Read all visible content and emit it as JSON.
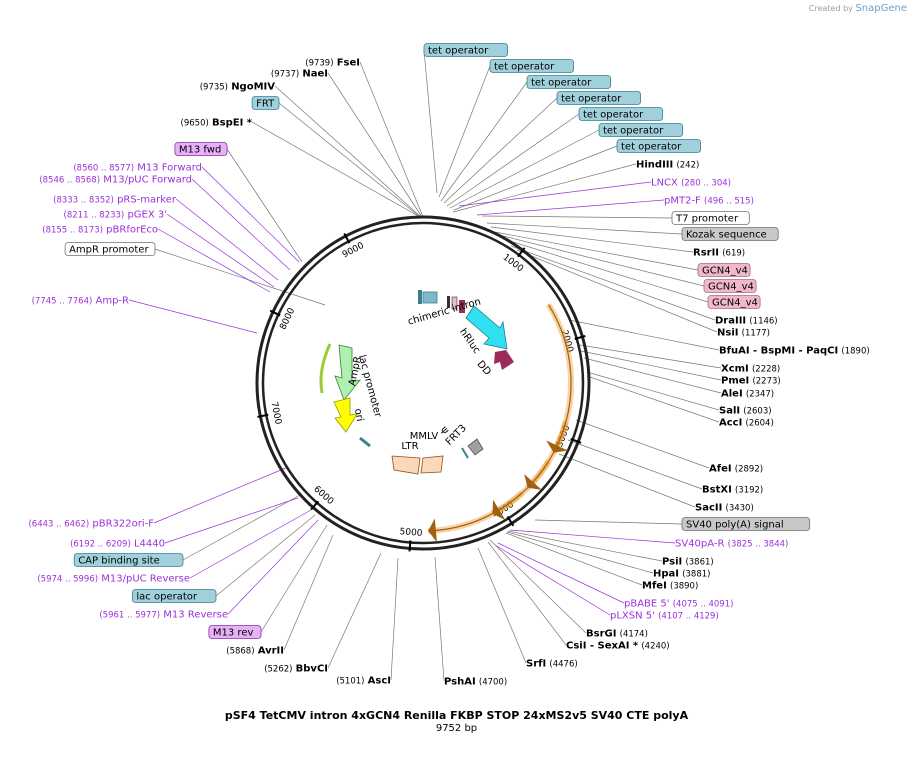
{
  "credit": {
    "prefix": "Created by",
    "brand": "SnapGene"
  },
  "plasmid": {
    "name": "pSF4 TetCMV intron 4xGCN4 Renilla FKBP STOP 24xMS2v5 SV40 CTE polyA",
    "length_label": "9752 bp",
    "length": 9752
  },
  "ticks": [
    "1000",
    "2000",
    "3000",
    "4000",
    "5000",
    "6000",
    "7000",
    "8000",
    "9000"
  ],
  "inner_labels": [
    "chimeric intron",
    "hRluc",
    "DD",
    "AmpR",
    "lac promoter",
    "ori",
    "MMLV",
    "ψ",
    "LTR",
    "FRT3"
  ],
  "colors": {
    "backbone": "#222222",
    "primer": "#9b30d9",
    "orange": "#f0a030",
    "cyan": "#30e0f0",
    "magenta": "#9b2d5e",
    "ampr": "#b0f0b0",
    "yellow": "#ffff00",
    "ltr": "#fbd8b8"
  },
  "labels": [
    {
      "name": "tet operator",
      "pos": "",
      "style": "feature-blue"
    },
    {
      "name": "tet operator",
      "pos": "",
      "style": "feature-blue"
    },
    {
      "name": "tet operator",
      "pos": "",
      "style": "feature-blue"
    },
    {
      "name": "tet operator",
      "pos": "",
      "style": "feature-blue"
    },
    {
      "name": "tet operator",
      "pos": "",
      "style": "feature-blue"
    },
    {
      "name": "tet operator",
      "pos": "",
      "style": "feature-blue"
    },
    {
      "name": "tet operator",
      "pos": "",
      "style": "feature-blue"
    },
    {
      "name": "HindIII",
      "pos": "(242)",
      "style": "enzyme"
    },
    {
      "name": "LNCX",
      "pos": "(280 .. 304)",
      "style": "primer"
    },
    {
      "name": "pMT2-F",
      "pos": "(496 .. 515)",
      "style": "primer"
    },
    {
      "name": "T7 promoter",
      "pos": "",
      "style": "feature-white"
    },
    {
      "name": "Kozak sequence",
      "pos": "",
      "style": "feature-gray"
    },
    {
      "name": "RsrII",
      "pos": "(619)",
      "style": "enzyme"
    },
    {
      "name": "GCN4_v4",
      "pos": "",
      "style": "feature-pink"
    },
    {
      "name": "GCN4_v4",
      "pos": "",
      "style": "feature-pink"
    },
    {
      "name": "GCN4_v4",
      "pos": "",
      "style": "feature-pink"
    },
    {
      "name": "DraIII",
      "pos": "(1146)",
      "style": "enzyme"
    },
    {
      "name": "NsiI",
      "pos": "(1177)",
      "style": "enzyme"
    },
    {
      "name": "BfuAI  - BspMI  - PaqCI",
      "pos": "(1890)",
      "style": "enzyme"
    },
    {
      "name": "XcmI",
      "pos": "(2228)",
      "style": "enzyme"
    },
    {
      "name": "PmeI",
      "pos": "(2273)",
      "style": "enzyme"
    },
    {
      "name": "AleI",
      "pos": "(2347)",
      "style": "enzyme"
    },
    {
      "name": "SalI",
      "pos": "(2603)",
      "style": "enzyme"
    },
    {
      "name": "AccI",
      "pos": "(2604)",
      "style": "enzyme"
    },
    {
      "name": "AfeI",
      "pos": "(2892)",
      "style": "enzyme"
    },
    {
      "name": "BstXI",
      "pos": "(3192)",
      "style": "enzyme"
    },
    {
      "name": "SacII",
      "pos": "(3430)",
      "style": "enzyme"
    },
    {
      "name": "SV40 poly(A) signal",
      "pos": "",
      "style": "feature-gray"
    },
    {
      "name": "SV40pA-R",
      "pos": "(3825 .. 3844)",
      "style": "primer"
    },
    {
      "name": "PsiI",
      "pos": "(3861)",
      "style": "enzyme"
    },
    {
      "name": "HpaI",
      "pos": "(3881)",
      "style": "enzyme"
    },
    {
      "name": "MfeI",
      "pos": "(3890)",
      "style": "enzyme"
    },
    {
      "name": "pBABE 5'",
      "pos": "(4075 .. 4091)",
      "style": "primer"
    },
    {
      "name": "pLXSN 5'",
      "pos": "(4107 .. 4129)",
      "style": "primer"
    },
    {
      "name": "BsrGI",
      "pos": "(4174)",
      "style": "enzyme"
    },
    {
      "name": "CsiI  - SexAI *",
      "pos": "(4240)",
      "style": "enzyme"
    },
    {
      "name": "SrfI",
      "pos": "(4476)",
      "style": "enzyme"
    },
    {
      "name": "PshAI",
      "pos": "(4700)",
      "style": "enzyme"
    },
    {
      "name": "AscI",
      "pos": "(5101)",
      "style": "enzyme"
    },
    {
      "name": "BbvCI",
      "pos": "(5262)",
      "style": "enzyme"
    },
    {
      "name": "AvrII",
      "pos": "(5868)",
      "style": "enzyme"
    },
    {
      "name": "M13 rev",
      "pos": "",
      "style": "feature-purple"
    },
    {
      "name": "M13 Reverse",
      "pos": "(5961 .. 5977)",
      "style": "primer"
    },
    {
      "name": "lac operator",
      "pos": "",
      "style": "feature-blue"
    },
    {
      "name": "M13/pUC Reverse",
      "pos": "(5974 .. 5996)",
      "style": "primer"
    },
    {
      "name": "CAP binding site",
      "pos": "",
      "style": "feature-blue"
    },
    {
      "name": "L4440",
      "pos": "(6192 .. 6209)",
      "style": "primer"
    },
    {
      "name": "pBR322ori-F",
      "pos": "(6443 .. 6462)",
      "style": "primer"
    },
    {
      "name": "Amp-R",
      "pos": "(7745 .. 7764)",
      "style": "primer"
    },
    {
      "name": "AmpR promoter",
      "pos": "",
      "style": "feature-white"
    },
    {
      "name": "pBRforEco",
      "pos": "(8155 .. 8173)",
      "style": "primer"
    },
    {
      "name": "pGEX 3'",
      "pos": "(8211 .. 8233)",
      "style": "primer"
    },
    {
      "name": "pRS-marker",
      "pos": "(8333 .. 8352)",
      "style": "primer"
    },
    {
      "name": "M13/pUC Forward",
      "pos": "(8546 .. 8568)",
      "style": "primer"
    },
    {
      "name": "M13 Forward",
      "pos": "(8560 .. 8577)",
      "style": "primer"
    },
    {
      "name": "M13 fwd",
      "pos": "",
      "style": "feature-purple"
    },
    {
      "name": "BspEI *",
      "pos": "(9650)",
      "style": "enzyme"
    },
    {
      "name": "FRT",
      "pos": "",
      "style": "feature-blue"
    },
    {
      "name": "NgoMIV",
      "pos": "(9735)",
      "style": "enzyme"
    },
    {
      "name": "NaeI",
      "pos": "(9737)",
      "style": "enzyme"
    },
    {
      "name": "FseI",
      "pos": "(9739)",
      "style": "enzyme"
    }
  ]
}
